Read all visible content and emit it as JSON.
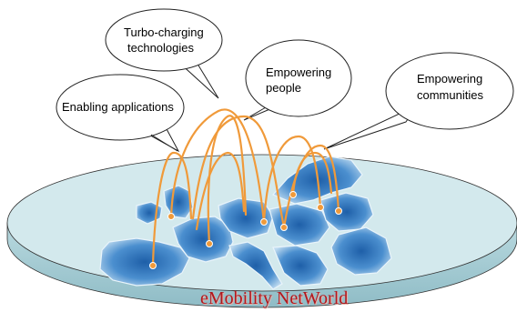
{
  "bubbles": {
    "turbo_line1": "Turbo-charging",
    "turbo_line2": "technologies",
    "people_line1": "Empowering",
    "people_line2": "people",
    "communities_line1": "Empowering",
    "communities_line2": "communities",
    "applications": "Enabling applications"
  },
  "footer_label": "eMobility NetWorld",
  "colors": {
    "link_arc": "#f09a3a",
    "disc_fill": "#cfe6ea",
    "map_blue": "#2a6db5",
    "title_red": "#b0181e"
  }
}
